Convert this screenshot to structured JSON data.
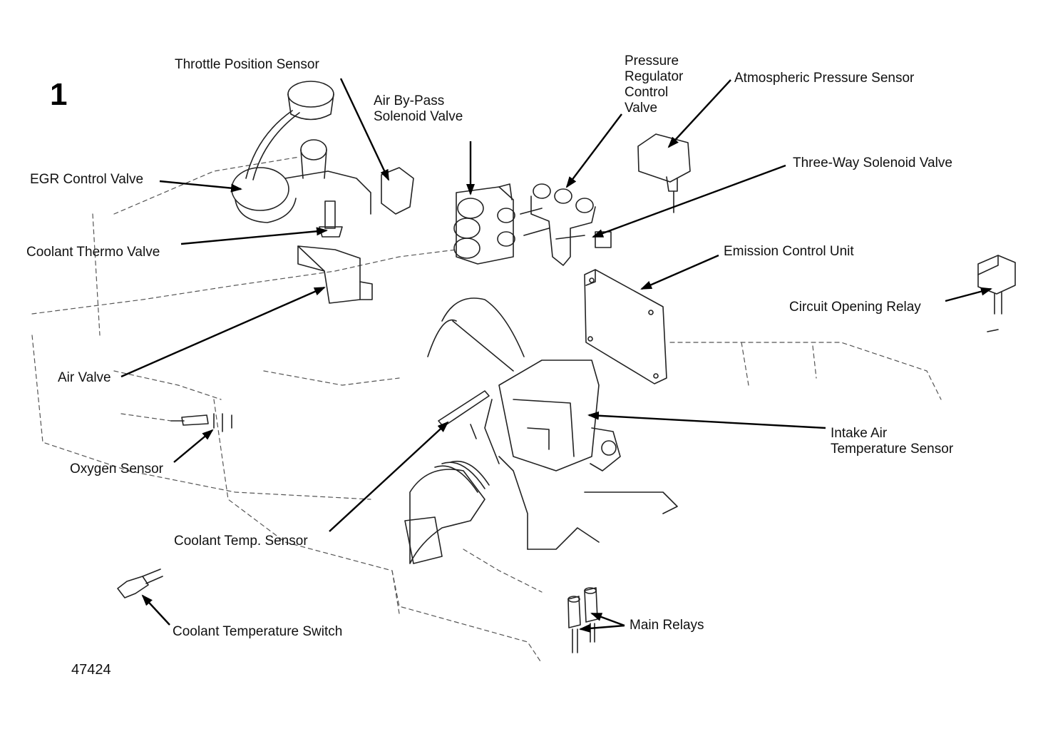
{
  "figure": {
    "number": "1",
    "reference": "47424"
  },
  "labels": {
    "throttle_position_sensor": "Throttle Position Sensor",
    "air_bypass_solenoid_valve_line1": "Air By-Pass",
    "air_bypass_solenoid_valve_line2": "Solenoid Valve",
    "pressure_regulator_line1": "Pressure",
    "pressure_regulator_line2": "Regulator",
    "pressure_regulator_line3": "Control",
    "pressure_regulator_line4": "Valve",
    "atmospheric_pressure_sensor": "Atmospheric Pressure Sensor",
    "three_way_solenoid_valve": "Three-Way Solenoid Valve",
    "egr_control_valve": "EGR Control Valve",
    "coolant_thermo_valve": "Coolant Thermo Valve",
    "emission_control_unit": "Emission Control Unit",
    "circuit_opening_relay": "Circuit Opening Relay",
    "air_valve": "Air Valve",
    "intake_air_temp_sensor_line1": "Intake Air",
    "intake_air_temp_sensor_line2": "Temperature Sensor",
    "oxygen_sensor": "Oxygen Sensor",
    "coolant_temp_sensor": "Coolant Temp. Sensor",
    "main_relays": "Main Relays",
    "coolant_temperature_switch": "Coolant Temperature Switch"
  }
}
